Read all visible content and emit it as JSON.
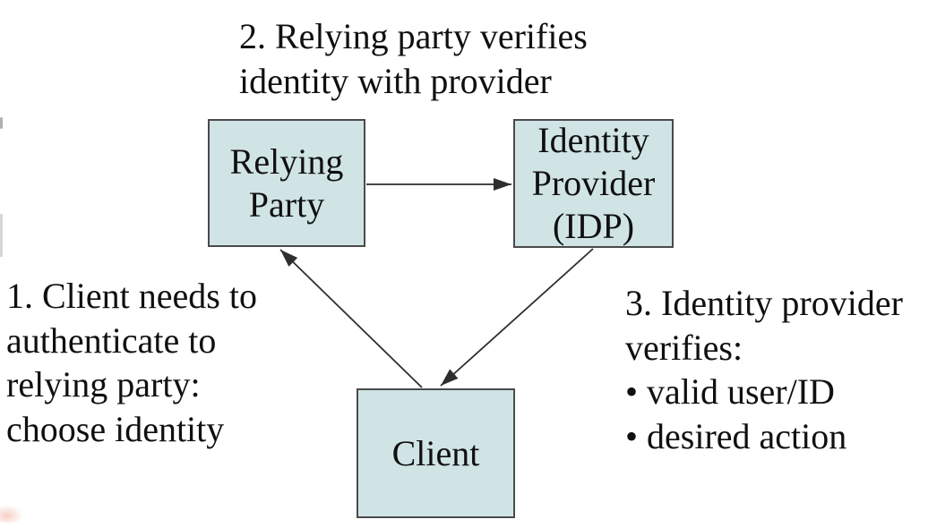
{
  "diagram": {
    "colors": {
      "background": "#ffffff",
      "box_fill": "#d0e4e6",
      "box_border": "#4a4a4a",
      "arrow": "#2e2e2e",
      "text": "#101010"
    },
    "nodes": [
      {
        "id": "relying-party",
        "label_lines": [
          "Relying",
          "Party"
        ]
      },
      {
        "id": "identity-provider",
        "label_lines": [
          "Identity",
          "Provider",
          "(IDP)"
        ]
      },
      {
        "id": "client",
        "label_lines": [
          "Client"
        ]
      }
    ],
    "annotations": [
      {
        "id": "step-1",
        "lines": [
          "1. Client needs to",
          "authenticate to",
          "relying party:",
          "choose identity"
        ]
      },
      {
        "id": "step-2",
        "lines": [
          "2. Relying party verifies",
          "identity with provider"
        ]
      },
      {
        "id": "step-3",
        "lines": [
          "3. Identity provider",
          "verifies:",
          "• valid user/ID",
          "• desired action"
        ]
      }
    ],
    "edges": [
      {
        "id": "client-to-relying-party",
        "from": "Client",
        "to": "Relying Party"
      },
      {
        "id": "relying-party-to-idp",
        "from": "Relying Party",
        "to": "Identity Provider (IDP)"
      },
      {
        "id": "idp-to-client",
        "from": "Identity Provider (IDP)",
        "to": "Client"
      }
    ]
  }
}
